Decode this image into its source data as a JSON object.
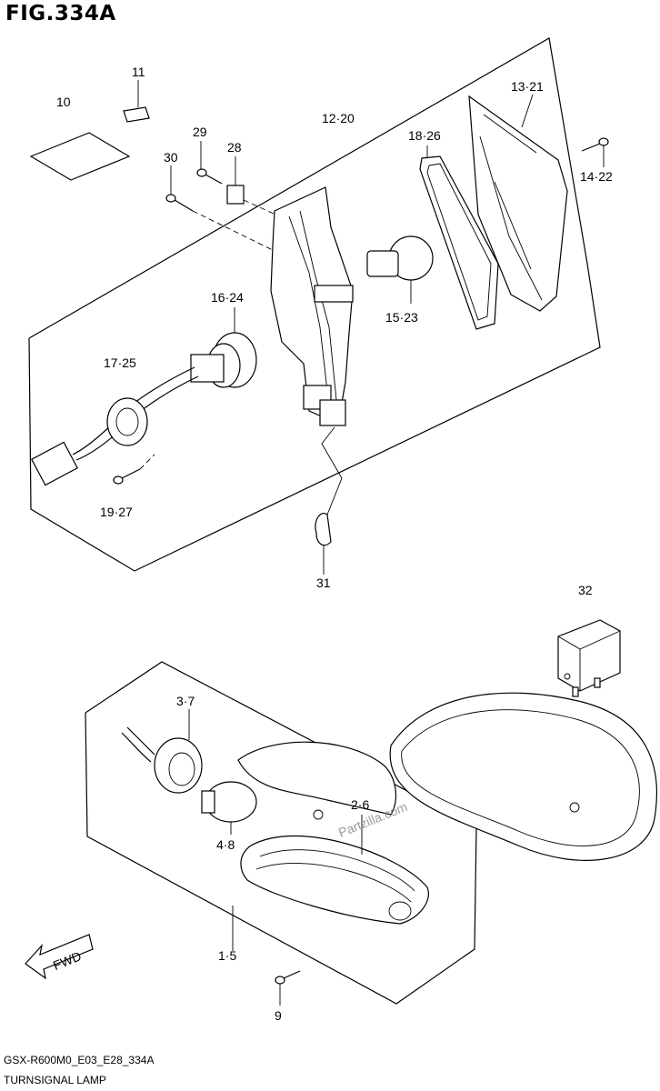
{
  "figure": {
    "title": "FIG.334A",
    "model_code": "GSX-R600M0_E03_E28_334A",
    "caption": "TURNSIGNAL LAMP",
    "watermark": "Partzilla.com",
    "direction_label": "FWD"
  },
  "callouts": {
    "c11": "11",
    "c10": "10",
    "c12_20": "12·20",
    "c13_21": "13·21",
    "c29": "29",
    "c28": "28",
    "c30": "30",
    "c18_26": "18·26",
    "c14_22": "14·22",
    "c16_24": "16·24",
    "c15_23": "15·23",
    "c17_25": "17·25",
    "c19_27": "19·27",
    "c31": "31",
    "c32": "32",
    "c3_7": "3·7",
    "c4_8": "4·8",
    "c2_6": "2·6",
    "c1_5": "1·5",
    "c9": "9"
  }
}
